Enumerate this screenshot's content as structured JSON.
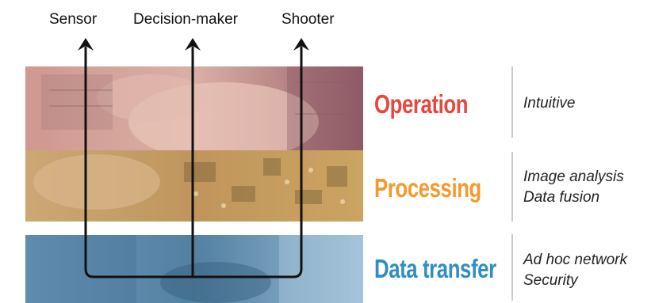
{
  "roles": {
    "sensor": "Sensor",
    "decision_maker": "Decision-maker",
    "shooter": "Shooter"
  },
  "layers": [
    {
      "title": "Operation",
      "color": "#e8463e",
      "descriptions": [
        "Intuitive"
      ]
    },
    {
      "title": "Processing",
      "color": "#f39a2b",
      "descriptions": [
        "Image analysis",
        "Data fusion"
      ]
    },
    {
      "title": "Data transfer",
      "color": "#2f8ec2",
      "descriptions": [
        "Ad hoc network",
        "Security"
      ]
    }
  ]
}
